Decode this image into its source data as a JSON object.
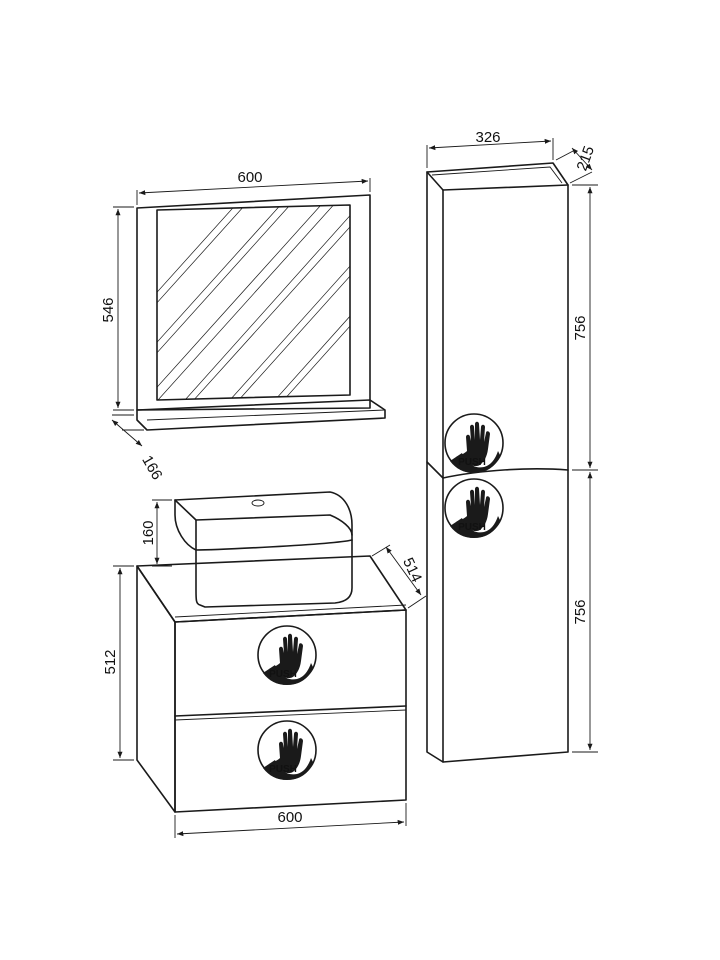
{
  "dimensions": {
    "mirror_width": "600",
    "mirror_height": "546",
    "mirror_depth": "166",
    "column_width": "326",
    "column_depth": "215",
    "column_upper_height": "756",
    "column_lower_height": "756",
    "basin_height": "160",
    "vanity_depth": "514",
    "vanity_height": "512",
    "vanity_width": "600"
  },
  "push_label": "PUSH",
  "colors": {
    "line": "#1a1a1a",
    "background": "#ffffff"
  }
}
